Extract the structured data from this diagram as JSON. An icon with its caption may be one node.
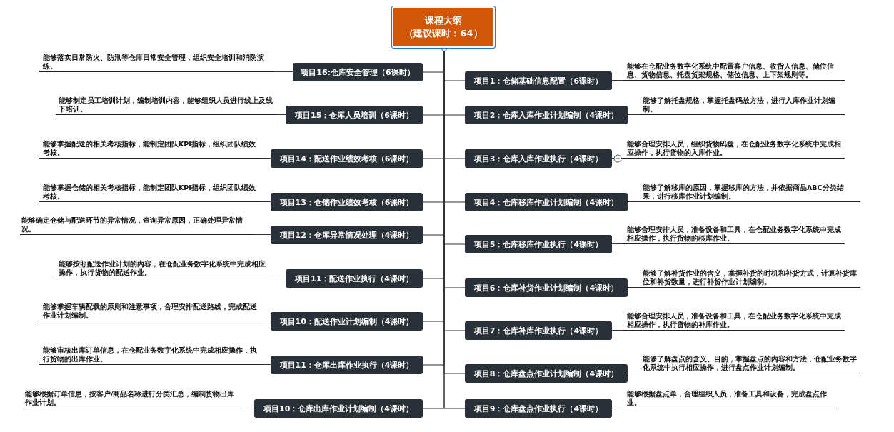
{
  "diagram": {
    "nodes": [
      {
        "text": [
          "课程大纲",
          "（建议课时：64）"
        ]
      },
      {
        "text": [
          "项目1：仓储基础信息配置（6课时）"
        ]
      },
      {
        "text": [
          "能够在仓配业务数字化系统中配置客户信息、收货人信息、储位信息、货物信息、托盘货架规格、储位信息、上下架规则等。"
        ]
      },
      {
        "text": [
          "项目2：仓库入库作业计划编制（4课时）"
        ]
      },
      {
        "text": [
          "能够了解托盘规格，掌握托盘码放方法，进行入库作业计划编制。"
        ]
      },
      {
        "text": [
          "项目3：仓库入库作业执行（4课时）"
        ]
      },
      {
        "text": [
          "能够合理安排人员，组织货物码盘，在仓配业务数字化系统中完成相应操作，执行货物的入库作业。"
        ]
      },
      {
        "text": [
          "项目4：仓库移库作业计划编制（4课时）"
        ]
      },
      {
        "text": [
          "能够了解移库的原因，掌握移库的方法，并依据商品ABC分类结果，进行移库作业计划编制。"
        ]
      },
      {
        "text": [
          "项目5：仓库移库作业执行（4课时）"
        ]
      },
      {
        "text": [
          "能够合理安排人员，准备设备和工具，在仓配业务数字化系统中完成相应操作，执行货物的移库作业。"
        ]
      },
      {
        "text": [
          "项目6：仓库补货作业计划编制（4课时）"
        ]
      },
      {
        "text": [
          "能够了解补货作业的含义，掌握补货的时机和补货方式，计算补货库位和补货数量，进行补货作业计划编制。"
        ]
      },
      {
        "text": [
          "项目7：仓库补库作业执行（4课时）"
        ]
      },
      {
        "text": [
          "能够合理安排人员，准备设备和工具，在仓配业务数字化系统中完成相应操作，执行货物的补库作业。"
        ]
      },
      {
        "text": [
          "项目8：仓库盘点作业计划编制（4课时）"
        ]
      },
      {
        "text": [
          "能够了解盘点的含义、目的，掌握盘点的内容和方法，仓配业务数字化系统中执行相应操作，进行盘点作业计划编制。"
        ]
      },
      {
        "text": [
          "项目9：仓库盘点作业执行（4课时）"
        ]
      },
      {
        "text": [
          "能够根据盘点单，合理组织人员，准备工具和设备，完成盘点作业。"
        ]
      },
      {
        "text": [
          "项目16:仓库安全管理（6课时）"
        ]
      },
      {
        "text": [
          "能够落实日常防火、防汛等仓库日常安全管理，组织安全培训和消防演练。"
        ]
      },
      {
        "text": [
          "项目15：仓库人员培训（6课时）"
        ]
      },
      {
        "text": [
          "能够制定员工培训计划，编制培训内容，能够组织人员进行线上及线下培训。"
        ]
      },
      {
        "text": [
          "项目14：配送作业绩效考核（6课时）"
        ]
      },
      {
        "text": [
          "能够掌握配送的相关考核指标，能制定团队KPI指标，组织团队绩效考核。"
        ]
      },
      {
        "text": [
          "项目13：仓储作业绩效考核（6课时）"
        ]
      },
      {
        "text": [
          "能够掌握仓储的相关考核指标，能制定团队KPI指标，组织团队绩效考核。"
        ]
      },
      {
        "text": [
          "项目12：仓库异常情况处理（4课时）"
        ]
      },
      {
        "text": [
          "能够确定仓储与配送环节的异常情况，查询异常原因，正确处理异常情况。"
        ]
      },
      {
        "text": [
          "项目11：配送作业执行（4课时）"
        ]
      },
      {
        "text": [
          "能够按照配送作业计划的内容，在仓配业务数字化系统中完成相应操作，执行货物的配送作业。"
        ]
      },
      {
        "text": [
          "项目10：配送作业计划编制（4课时）"
        ]
      },
      {
        "text": [
          "能够掌握车辆配载的原则和注意事项，合理安排配送路线，完成配送作业计划编制。"
        ]
      },
      {
        "text": [
          "项目11：仓库出库作业执行（4课时）"
        ]
      },
      {
        "text": [
          "能够审核出库订单信息，在仓配业务数字化系统中完成相应操作，执行货物的出库作业。"
        ]
      },
      {
        "text": [
          "项目10：仓库出库作业计划编制（4课时）"
        ]
      },
      {
        "text": [
          "能够根据订单信息，按客户/商品名称进行分类汇总，编制货物出库作业计划。"
        ]
      }
    ],
    "edges": [
      {
        "from": 0,
        "to": 1,
        "arrow": "none"
      },
      {
        "from": 1,
        "to": 2,
        "arrow": "none"
      },
      {
        "from": 0,
        "to": 3,
        "arrow": "none"
      },
      {
        "from": 3,
        "to": 4,
        "arrow": "none"
      },
      {
        "from": 0,
        "to": 5,
        "arrow": "none"
      },
      {
        "from": 5,
        "to": 6,
        "arrow": "none"
      },
      {
        "from": 0,
        "to": 7,
        "arrow": "none"
      },
      {
        "from": 7,
        "to": 8,
        "arrow": "none"
      },
      {
        "from": 0,
        "to": 9,
        "arrow": "none"
      },
      {
        "from": 9,
        "to": 10,
        "arrow": "none"
      },
      {
        "from": 0,
        "to": 11,
        "arrow": "none"
      },
      {
        "from": 11,
        "to": 12,
        "arrow": "none"
      },
      {
        "from": 0,
        "to": 13,
        "arrow": "none"
      },
      {
        "from": 13,
        "to": 14,
        "arrow": "none"
      },
      {
        "from": 0,
        "to": 15,
        "arrow": "none"
      },
      {
        "from": 15,
        "to": 16,
        "arrow": "none"
      },
      {
        "from": 0,
        "to": 17,
        "arrow": "none"
      },
      {
        "from": 17,
        "to": 18,
        "arrow": "none"
      },
      {
        "from": 0,
        "to": 19,
        "arrow": "none"
      },
      {
        "from": 19,
        "to": 20,
        "arrow": "none"
      },
      {
        "from": 0,
        "to": 21,
        "arrow": "none"
      },
      {
        "from": 21,
        "to": 22,
        "arrow": "none"
      },
      {
        "from": 0,
        "to": 23,
        "arrow": "none"
      },
      {
        "from": 23,
        "to": 24,
        "arrow": "none"
      },
      {
        "from": 0,
        "to": 25,
        "arrow": "none"
      },
      {
        "from": 25,
        "to": 26,
        "arrow": "none"
      },
      {
        "from": 0,
        "to": 27,
        "arrow": "none"
      },
      {
        "from": 27,
        "to": 28,
        "arrow": "none"
      },
      {
        "from": 0,
        "to": 29,
        "arrow": "none"
      },
      {
        "from": 29,
        "to": 30,
        "arrow": "none"
      },
      {
        "from": 0,
        "to": 31,
        "arrow": "none"
      },
      {
        "from": 31,
        "to": 32,
        "arrow": "none"
      },
      {
        "from": 0,
        "to": 33,
        "arrow": "none"
      },
      {
        "from": 33,
        "to": 34,
        "arrow": "none"
      },
      {
        "from": 0,
        "to": 35,
        "arrow": "none"
      },
      {
        "from": 35,
        "to": 36,
        "arrow": "none"
      }
    ]
  }
}
